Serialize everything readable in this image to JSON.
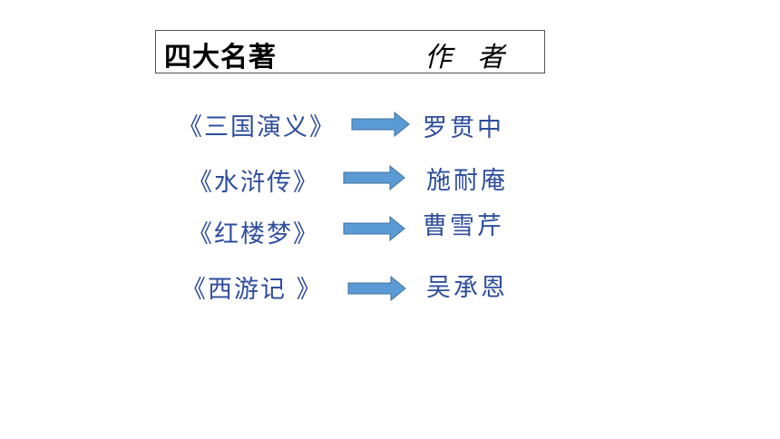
{
  "header": {
    "title": "四大名著",
    "author_label": "作者"
  },
  "rows": [
    {
      "book": "《三国演义》",
      "author": "罗贯中"
    },
    {
      "book": "《水浒传》",
      "author": "施耐庵"
    },
    {
      "book": "《红楼梦》",
      "author": "曹雪芹"
    },
    {
      "book": "《西游记 》",
      "author": "吴承恩"
    }
  ],
  "colors": {
    "text": "#2e4e9c",
    "arrow_fill": "#5b9bd5",
    "arrow_stroke": "#41719c"
  },
  "icons": {
    "arrow": "right-arrow-icon"
  }
}
